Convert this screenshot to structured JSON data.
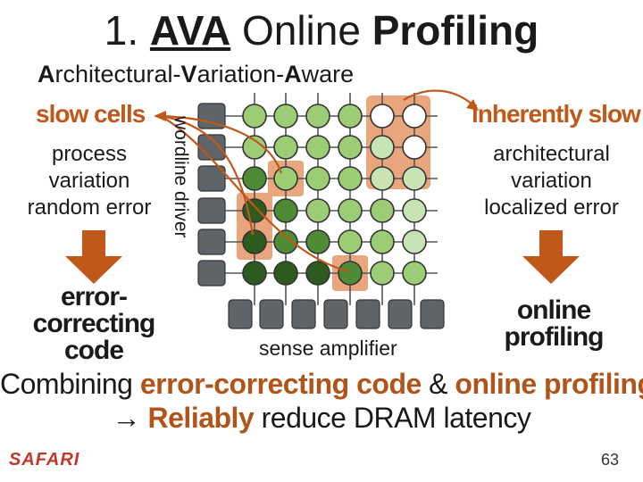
{
  "slide": {
    "title_number": "1.",
    "title_ava": "AVA",
    "title_online": "Online",
    "title_profiling": "Profiling",
    "subtitle_a1": "A",
    "subtitle_rest1": "rchitectural-",
    "subtitle_v": "V",
    "subtitle_rest2": "ariation-",
    "subtitle_a2": "A",
    "subtitle_rest3": "ware",
    "slow_cells": "slow cells",
    "inherently_slow": "inherently slow",
    "left_desc_1": "process",
    "left_desc_2": "variation",
    "left_desc_3": "random error",
    "right_desc_1": "architectural",
    "right_desc_2": "variation",
    "right_desc_3": "localized error",
    "wordline_driver": "wordline driver",
    "sense_amplifier": "sense amplifier",
    "ecc_1": "error-correcting",
    "ecc_2": "code",
    "online_profiling": "online profiling",
    "combining": "Combining",
    "ecc_phrase": "error-correcting code",
    "amp": "&",
    "op_phrase": "online profiling",
    "arrow_glyph": "→",
    "reliably": "Reliably",
    "reduce": "reduce DRAM latency",
    "logo": "SAFARI",
    "page_number": "63"
  },
  "colors": {
    "accent_orange": "#c0581a",
    "highlight_box": "#e9a57c",
    "cell_dark": "#2d5a1e",
    "cell_mid": "#4f8a34",
    "cell_light": "#9ccc74",
    "cell_pale": "#c9e4b4",
    "cell_white": "#ffffff",
    "driver_gray": "#5f6468"
  },
  "grid": {
    "cells": [
      [
        "light",
        "light",
        "light",
        "light",
        "white",
        "white"
      ],
      [
        "light",
        "light",
        "light",
        "light",
        "pale",
        "white"
      ],
      [
        "mid",
        "light",
        "light",
        "light",
        "pale",
        "pale"
      ],
      [
        "dark",
        "mid",
        "light",
        "light",
        "light",
        "pale"
      ],
      [
        "dark",
        "mid",
        "mid",
        "light",
        "light",
        "pale"
      ],
      [
        "dark",
        "dark",
        "dark",
        "mid",
        "light",
        "light"
      ]
    ],
    "slow_cells": [
      [
        2,
        1
      ],
      [
        3,
        0
      ],
      [
        4,
        0
      ],
      [
        5,
        3
      ]
    ],
    "inherently_slow_columns": [
      4,
      5
    ]
  }
}
